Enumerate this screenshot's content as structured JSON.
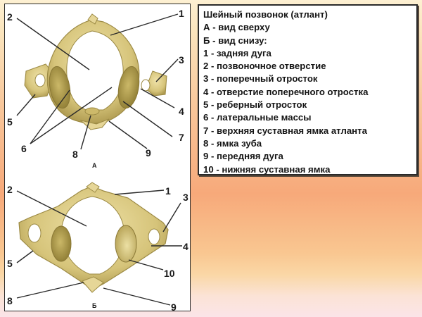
{
  "legend": {
    "title": "Шейный позвонок (атлант)",
    "view_a": "А - вид сверху",
    "view_b": "Б - вид снизу:",
    "items": [
      "1 - задняя дуга",
      "2 - позвоночное отверстие",
      "3 - поперечный отросток",
      "4 - отверстие поперечного отростка",
      "5 - реберный отросток",
      "6 - латеральные массы",
      "7 - верхняя суставная ямка атланта",
      "8 - ямка зуба",
      "9 - передняя дуга",
      "10 - нижняя суставная ямка"
    ]
  },
  "figure_a": {
    "caption": "А",
    "labels": [
      "1",
      "2",
      "3",
      "4",
      "5",
      "6",
      "7",
      "8",
      "9"
    ]
  },
  "figure_b": {
    "caption": "Б",
    "labels": [
      "1",
      "2",
      "3",
      "4",
      "5",
      "8",
      "9",
      "10"
    ]
  },
  "colors": {
    "bone": "#d9c77e",
    "bone_dark": "#a8954a",
    "bone_light": "#eee0a6",
    "background_top": "#fdf0d2",
    "background_mid": "#f7a97a",
    "background_bottom": "#fbe4e8"
  }
}
